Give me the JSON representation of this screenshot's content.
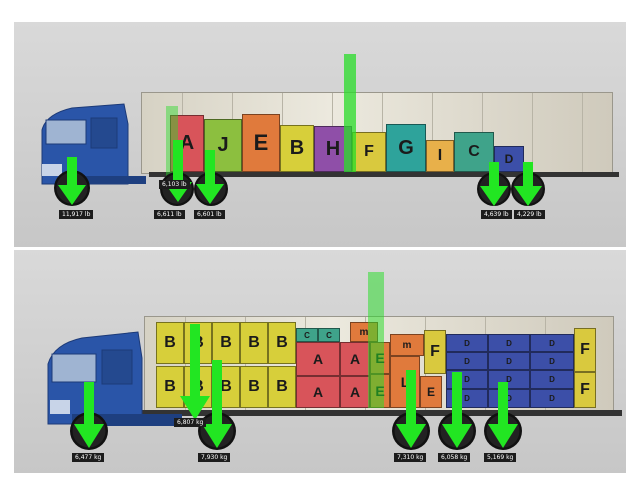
{
  "top": {
    "weights": [
      "11,917 lb",
      "6,103 lb",
      "6,611 lb",
      "6,601 lb",
      "4,639 lb",
      "4,229 lb"
    ],
    "boxes": [
      {
        "letter": "A",
        "color": "#d8545a"
      },
      {
        "letter": "J",
        "color": "#8cbf3f"
      },
      {
        "letter": "E",
        "color": "#e07a3c"
      },
      {
        "letter": "B",
        "color": "#d7cf3a"
      },
      {
        "letter": "H",
        "color": "#8f4fa8"
      },
      {
        "letter": "F",
        "color": "#d9c93e"
      },
      {
        "letter": "G",
        "color": "#2ea39b"
      },
      {
        "letter": "I",
        "color": "#e8b04a"
      },
      {
        "letter": "C",
        "color": "#3fa38a"
      },
      {
        "letter": "D",
        "color": "#3c4fa8"
      }
    ]
  },
  "bottom": {
    "weights": [
      "6,477 kg",
      "6,807 kg",
      "7,930 kg",
      "7,310 kg",
      "6,058 kg",
      "5,169 kg"
    ],
    "labels": {
      "B": "B",
      "A": "A",
      "C": "C",
      "m": "m",
      "E": "E",
      "F": "F",
      "L": "L",
      "D": "D"
    }
  },
  "colors": {
    "arrow": "#22e622",
    "truck_blue": "#2a55a8"
  }
}
